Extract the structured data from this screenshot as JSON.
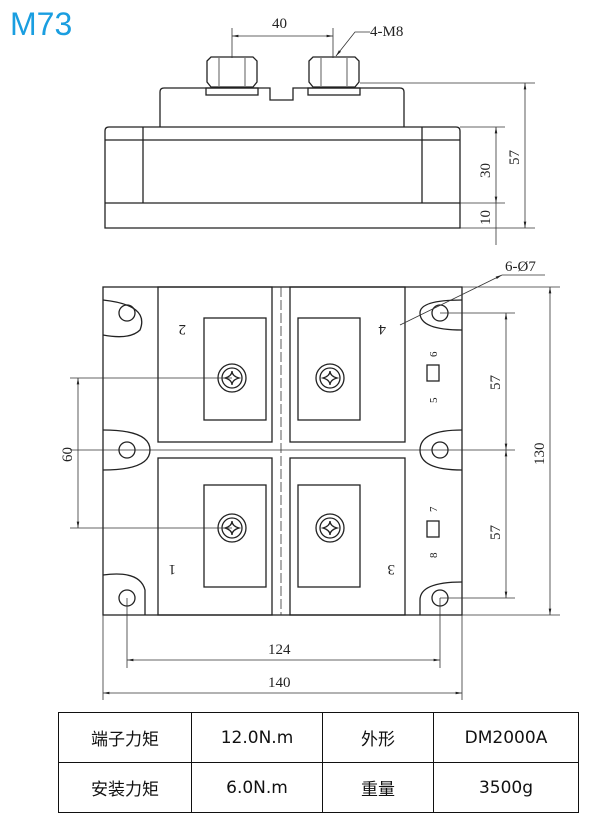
{
  "title": "M73",
  "side_view": {
    "dim_pitch": "40",
    "dim_thread": "4-M8",
    "dim_height": "57",
    "dim_body": "30",
    "dim_base": "10"
  },
  "bottom_view": {
    "dim_holes": "6-Ø7",
    "dim_right_upper": "57",
    "dim_right_lower": "57",
    "dim_total_height": "130",
    "dim_left": "60",
    "dim_inner_width": "124",
    "dim_total_width": "140",
    "terminals": [
      "1",
      "2",
      "3",
      "4"
    ],
    "aux_pins": [
      "5",
      "6",
      "7",
      "8"
    ]
  },
  "specs": {
    "rows": [
      {
        "label1": "端子力矩",
        "value1": "12.0N.m",
        "label2": "外形",
        "value2": "DM2000A"
      },
      {
        "label1": "安装力矩",
        "value1": "6.0N.m",
        "label2": "重量",
        "value2": "3500g"
      }
    ]
  }
}
